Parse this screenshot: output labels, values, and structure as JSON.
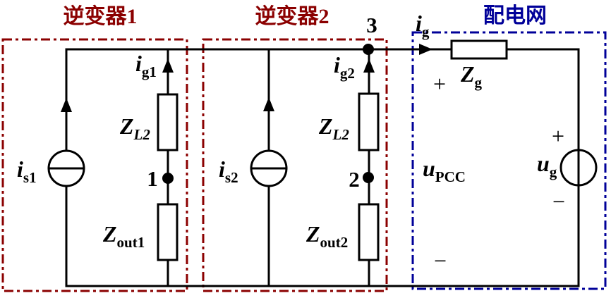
{
  "colors": {
    "inverter_box": "#8B0000",
    "grid_box": "#000099",
    "wire": "#000000"
  },
  "inverter1": {
    "title": "逆变器1",
    "is1": {
      "main": "i",
      "sub": "s1"
    },
    "ig1": {
      "main": "i",
      "sub": "g1"
    },
    "zl2": {
      "main": "Z",
      "sub": "L2"
    },
    "node1": "1",
    "zout1": {
      "main": "Z",
      "sub": "out1"
    }
  },
  "inverter2": {
    "title": "逆变器2",
    "is2": {
      "main": "i",
      "sub": "s2"
    },
    "ig2": {
      "main": "i",
      "sub": "g2"
    },
    "zl2": {
      "main": "Z",
      "sub": "L2"
    },
    "node2": "2",
    "zout2": {
      "main": "Z",
      "sub": "out2"
    }
  },
  "grid": {
    "title": "配电网",
    "node3": "3",
    "ig": {
      "main": "i",
      "sub": "g"
    },
    "zg": {
      "main": "Z",
      "sub": "g"
    },
    "upcc": {
      "main": "u",
      "sub": "PCC",
      "plus": "+",
      "minus": "−"
    },
    "ug": {
      "main": "u",
      "sub": "g",
      "plus": "+",
      "minus": "−"
    }
  }
}
